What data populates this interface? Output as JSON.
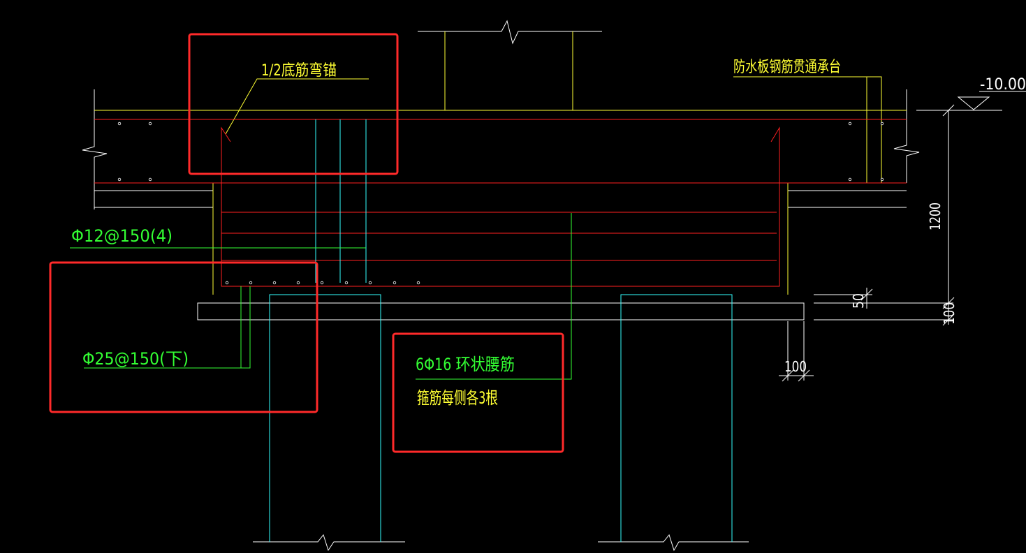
{
  "labels": {
    "bottom_bar_anchor": "1/2底筋弯锚",
    "waterproof_slab": "防水板钢筋贯通承台",
    "elevation": "-10.00",
    "stirrup": "Φ12@150(4)",
    "bottom_bar": "Φ25@150(下)",
    "waist_bar": "6Φ16  环状腰筋",
    "waist_bar_note": "箍筋每侧各3根",
    "dim_depth": "1200",
    "dim_100_right": "100",
    "dim_50": "50",
    "dim_100_bottom": "100"
  },
  "colors": {
    "background": "#000000",
    "outline": "#ffffff",
    "rebar_red": "#ff2020",
    "yellow": "#ffff33",
    "cyan": "#33ffff",
    "green": "#33ff33",
    "highlight_box": "#ff2a2a"
  }
}
